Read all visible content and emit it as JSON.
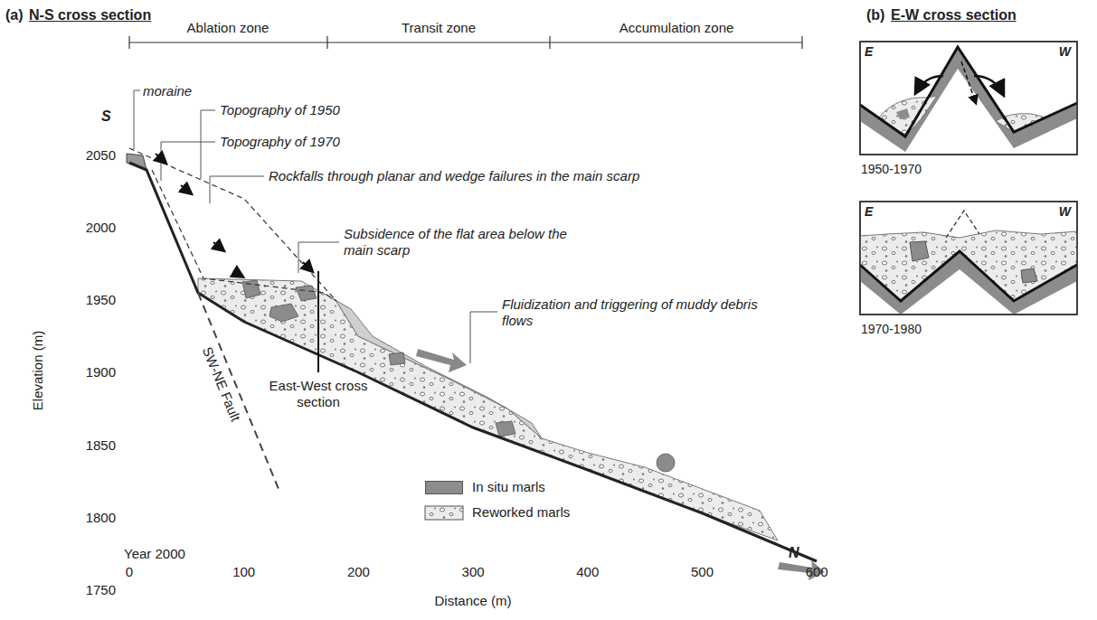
{
  "diagram": {
    "nodes": [
      {
        "text": [
          "E",
          "W",
          "1950-1970"
        ]
      },
      {
        "text": [
          "E",
          "W",
          "1970-1980"
        ]
      }
    ],
    "edges": [],
    "labels": [
      "(a)",
      "N-S cross section",
      "(b)",
      "E-W cross section",
      "Ablation zone",
      "Transit zone",
      "Accumulation zone",
      "S",
      "N",
      "moraine",
      "Topography of 1950",
      "Topography of 1970",
      "Rockfalls through planar and wedge failures in the main scarp",
      "Subsidence of the flat area below the main scarp",
      "Fluidization and triggering of muddy debris flows",
      "East-West cross section",
      "SW-NE Fault",
      "Year 2000",
      "Elevation (m)",
      "2050",
      "2000",
      "1950",
      "1900",
      "1850",
      "1800",
      "1750",
      "0",
      "100",
      "200",
      "300",
      "400",
      "500",
      "600",
      "Distance (m)"
    ],
    "legend": [
      {
        "text": "In situ marls",
        "color": "#8c8c8c"
      },
      {
        "text": "Reworked marls"
      }
    ]
  }
}
